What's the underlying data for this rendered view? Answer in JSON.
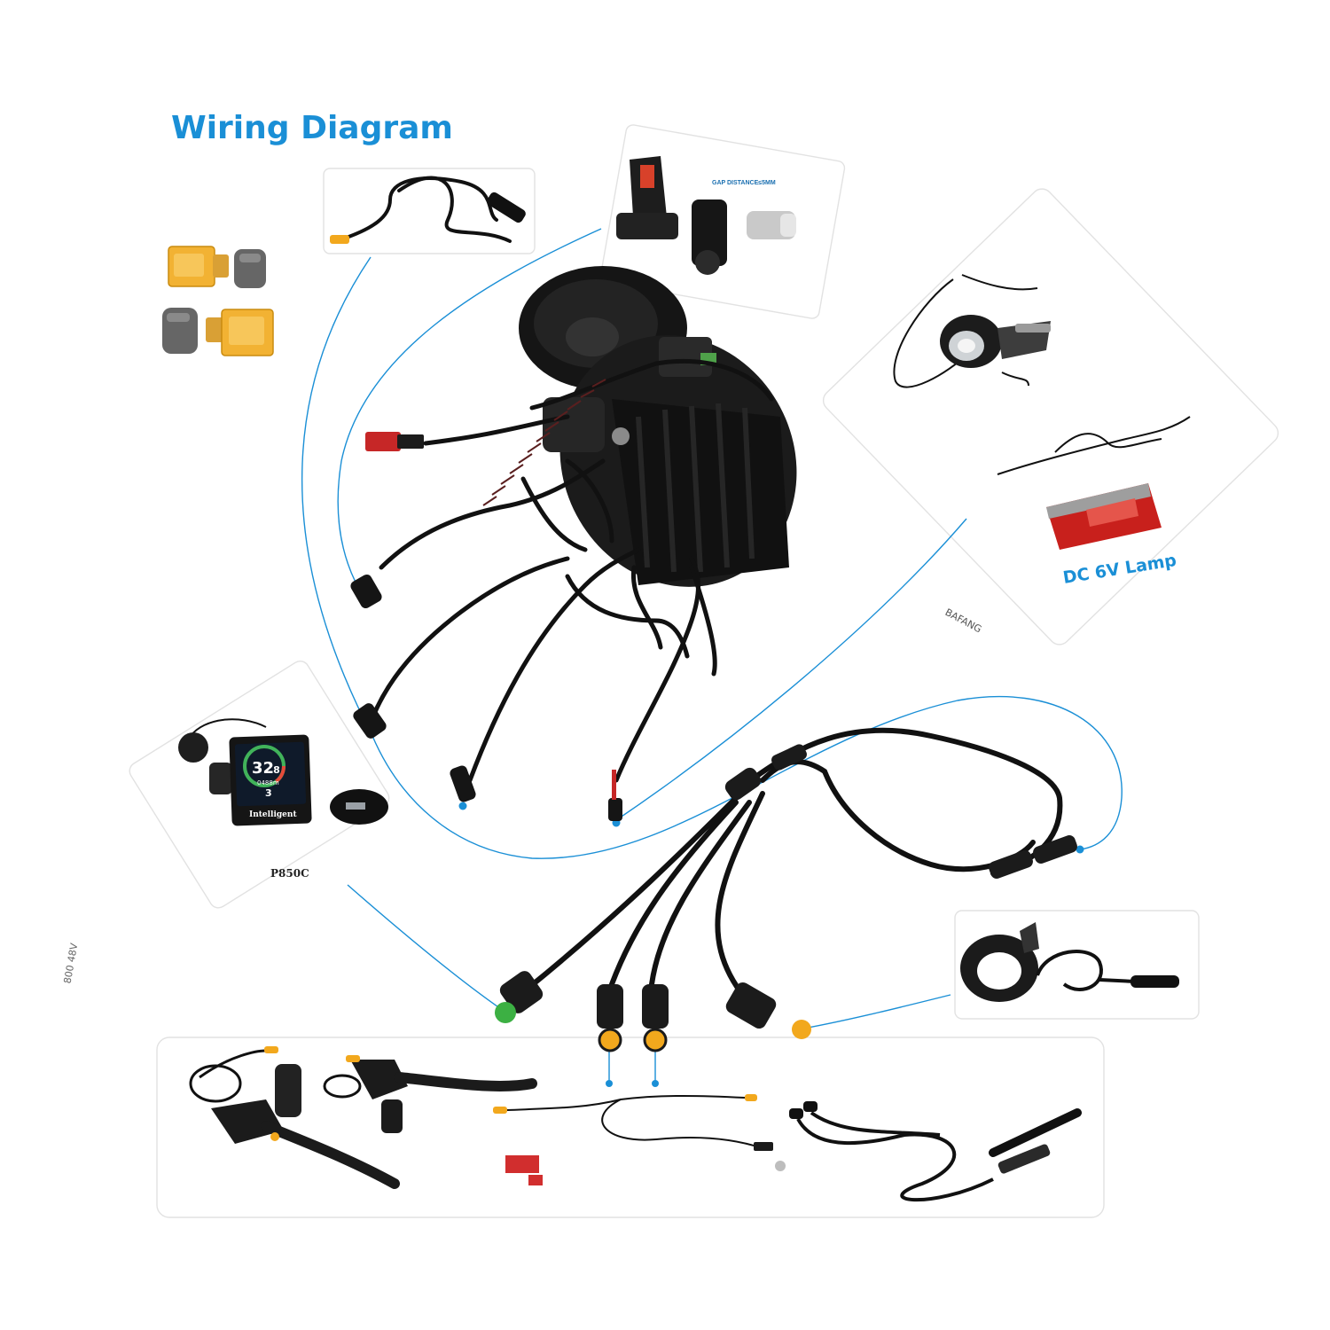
{
  "diagram": {
    "title": "Wiring Diagram",
    "lamp_label": "DC 6V Lamp",
    "display_model": "P850C",
    "gap_label": "GAP DISTANCE≤5MM",
    "motor_brand": "BAFANG",
    "controller_text": "800 48V",
    "display_screen": {
      "speed": "32",
      "speed_decimal": ".8",
      "odometer": "0488m",
      "assist_level": "3",
      "brand": "Intelligent"
    }
  },
  "colors": {
    "accent": "#1a8fd6",
    "cable": "#111111",
    "connector_green": "#3cb043",
    "connector_orange": "#f2a81d",
    "xt90_yellow": "#f2b233",
    "tail_light_red": "#c8201c",
    "panel_border": "#e2e2e2"
  },
  "icons": [
    "xt90-connector-icon",
    "speed-sensor-icon",
    "front-light-icon",
    "tail-light-icon",
    "display-icon",
    "throttle-icon",
    "brake-lever-icon",
    "motor-icon"
  ]
}
